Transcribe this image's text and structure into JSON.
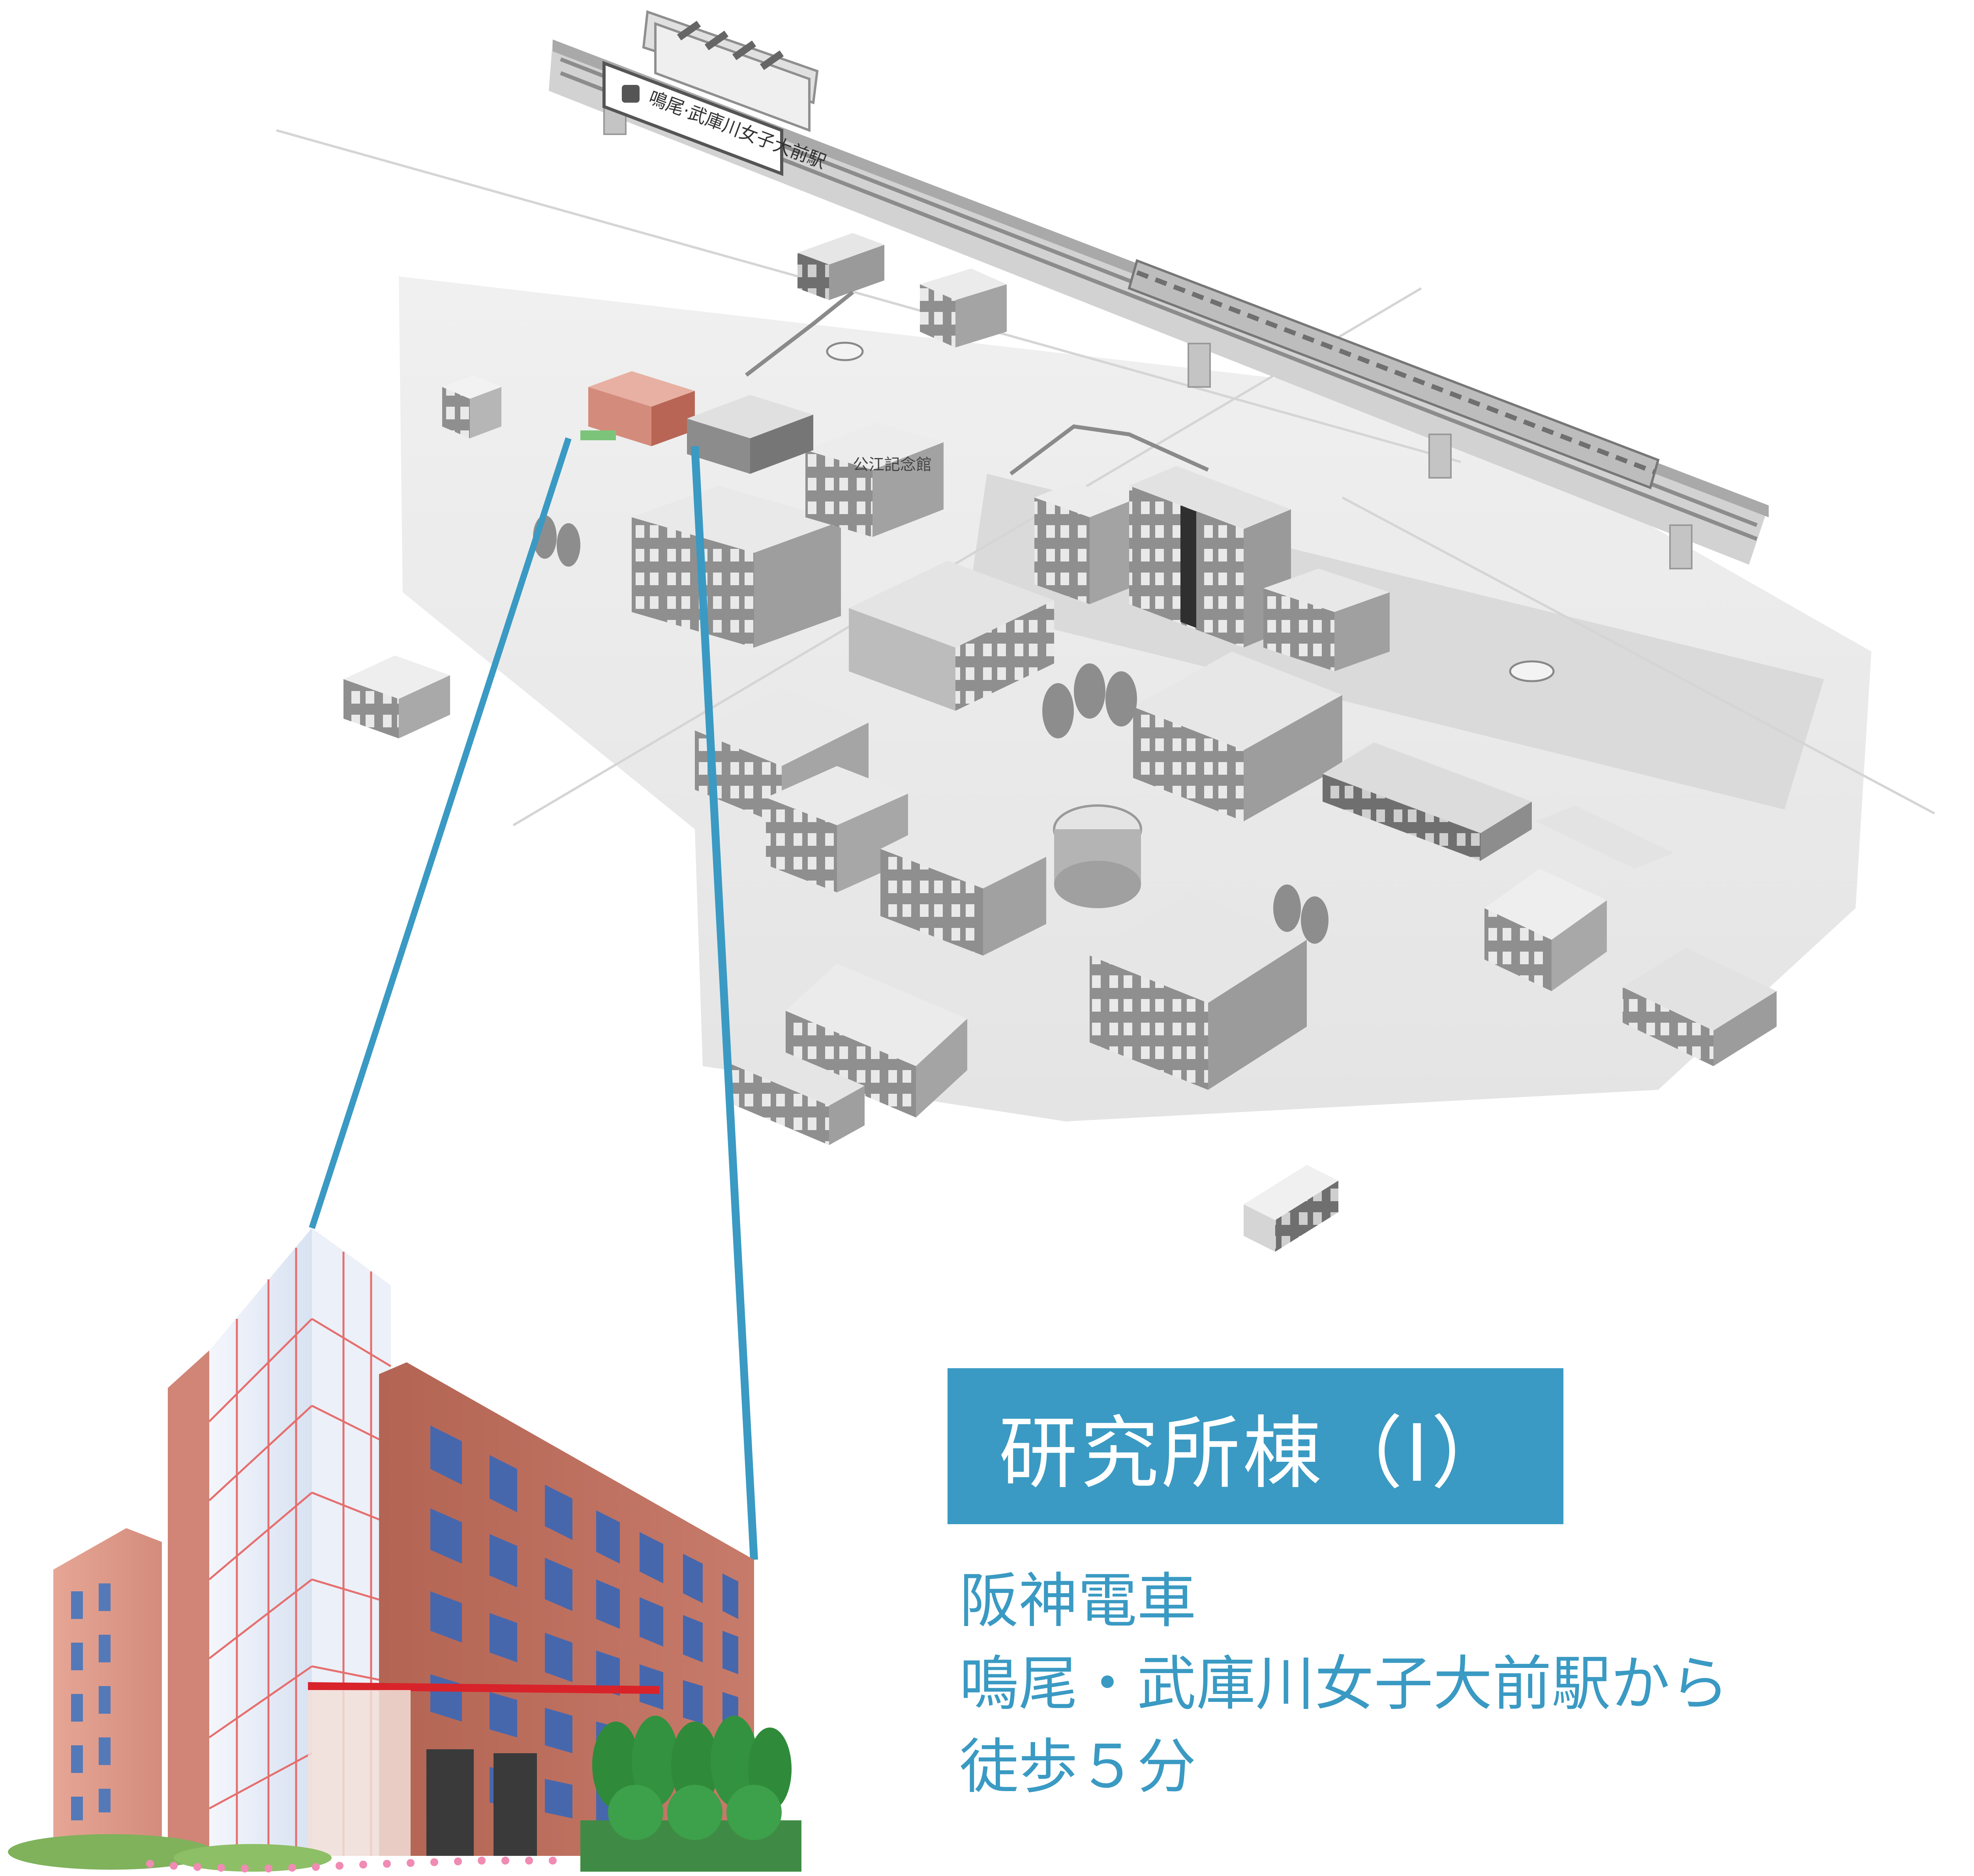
{
  "station_sign": "鳴尾·武庫川女子大前駅",
  "map_building_label": "公江記念館",
  "building_title": "研究所棟（Ⅰ）",
  "access": {
    "line1": "阪神電車",
    "line2": "鳴尾・武庫川女子大前駅から",
    "line3": "徒歩５分"
  },
  "colors": {
    "accent": "#3a9ac3",
    "building_brick": "#b9685a",
    "building_light": "#e3a394",
    "map_gray": "#a7a7a7"
  }
}
